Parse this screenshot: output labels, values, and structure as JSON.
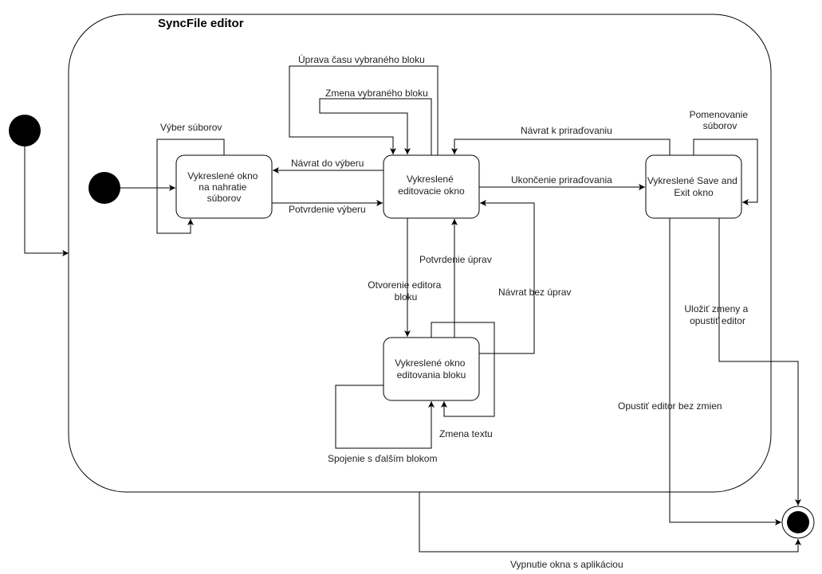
{
  "diagram": {
    "title": "SyncFile editor",
    "states": {
      "upload": [
        "Vykreslené okno",
        "na nahratie",
        "súborov"
      ],
      "editor": [
        "Vykreslené",
        "editovacie okno"
      ],
      "save_exit": [
        "Vykreslené Save and",
        "Exit okno"
      ],
      "block_editor": [
        "Vykreslené okno",
        "editovania bloku"
      ]
    },
    "transitions": {
      "file_select": "Výber súborov",
      "back_to_select": "Návrat do výberu",
      "confirm_select": "Potvrdenie výberu",
      "edit_time": "Úprava času vybraného bloku",
      "change_block": "Zmena vybraného bloku",
      "back_to_assign": "Návrat k priraďovaniu",
      "finish_assign": "Ukončenie priraďovania",
      "naming": [
        "Pomenovanie",
        "súborov"
      ],
      "confirm_edits": "Potvrdenie úprav",
      "open_block_editor": [
        "Otvorenie editora",
        "bloku"
      ],
      "back_no_edits": "Návrat bez úprav",
      "save_exit": [
        "Uložiť zmeny a",
        "opustiť editor"
      ],
      "exit_no_save": "Opustiť editor bez zmien",
      "change_text": "Zmena textu",
      "merge_block": "Spojenie s ďalším blokom",
      "close_window": "Vypnutie okna s aplikáciou"
    }
  }
}
